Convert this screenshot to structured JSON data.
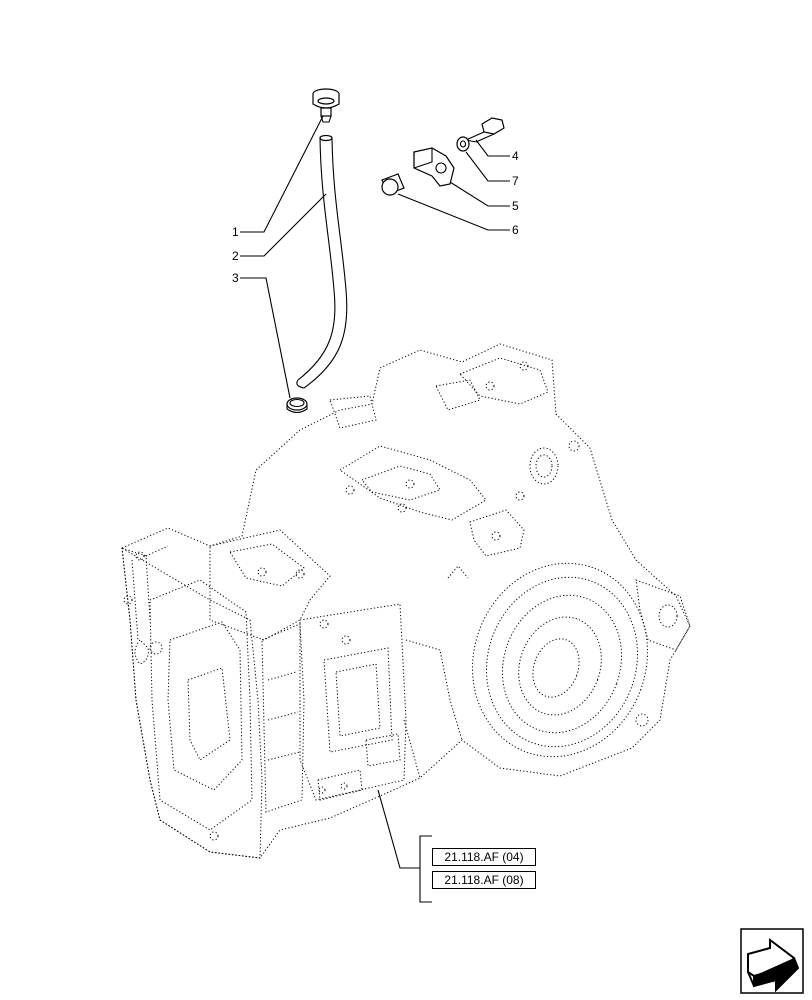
{
  "callouts": [
    "1",
    "2",
    "3",
    "4",
    "7",
    "5",
    "6"
  ],
  "references": [
    "21.118.AF (04)",
    "21.118.AF (08)"
  ],
  "icons": {
    "navigation": "next-page-arrow-icon"
  }
}
